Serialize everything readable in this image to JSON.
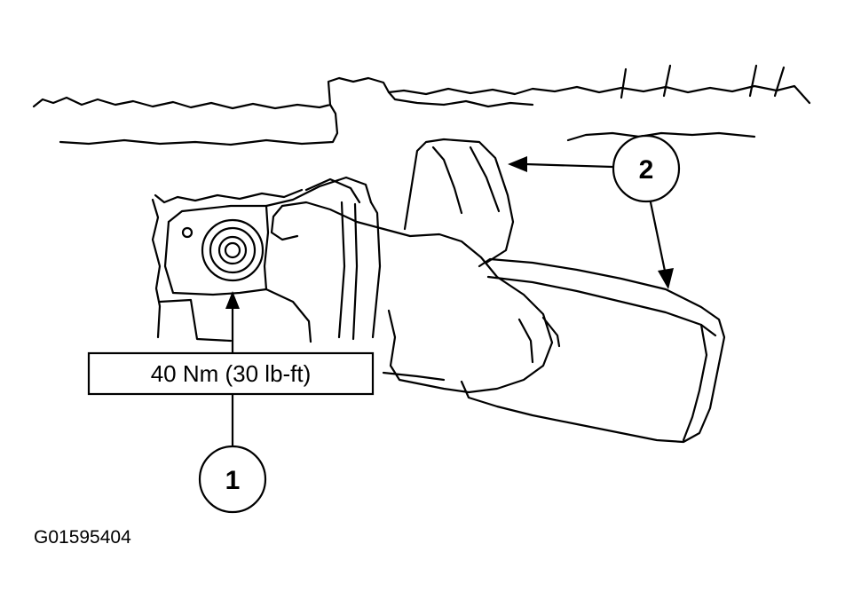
{
  "torque_label": "40 Nm (30 lb-ft)",
  "callouts": {
    "one": "1",
    "two": "2"
  },
  "figure_id": "G01595404",
  "colors": {
    "ink": "#000000",
    "background": "#ffffff"
  }
}
